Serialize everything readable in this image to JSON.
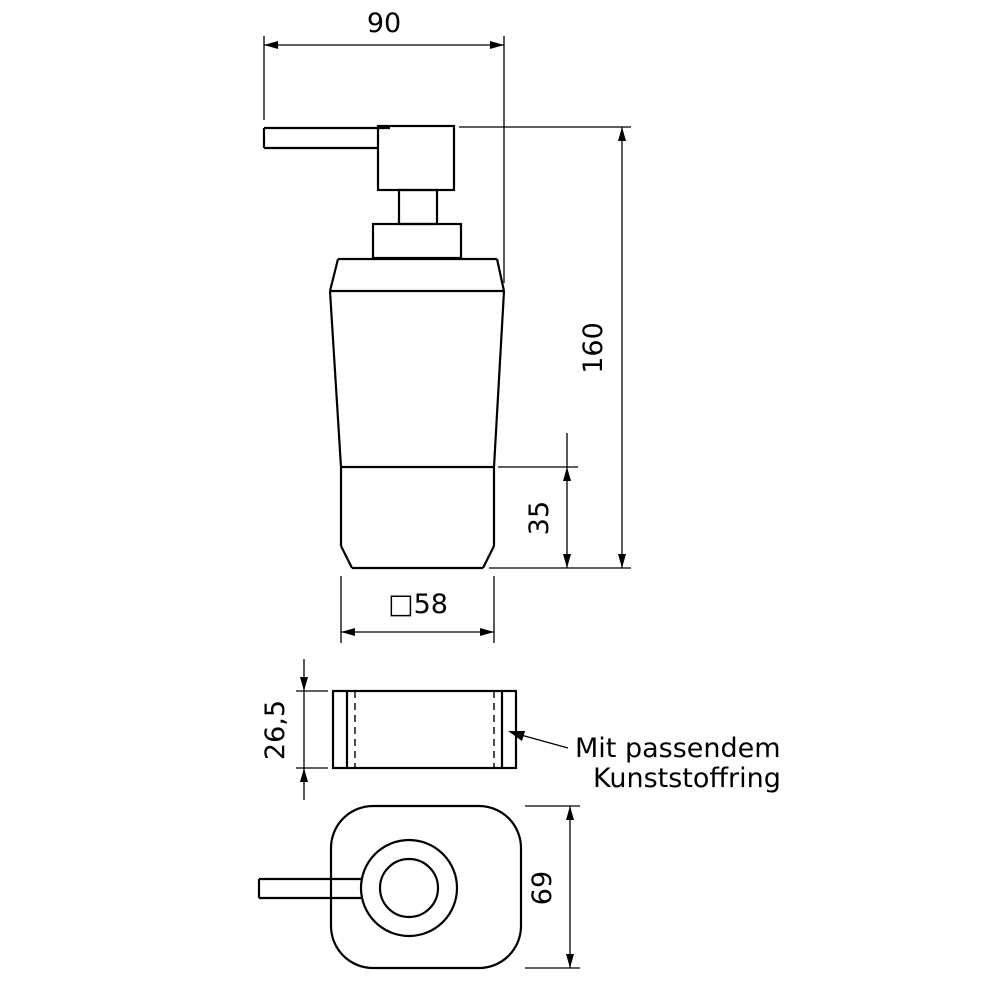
{
  "page": {
    "background": "#ffffff",
    "line_color": "#000000"
  },
  "drawing": {
    "dims": {
      "spout_overhang": "90",
      "total_height": "160",
      "holder_height": "35",
      "body_width": "□58",
      "ring_height": "26,5",
      "top_view_depth": "69"
    },
    "note": {
      "line1": "Mit passendem",
      "line2": "Kunststoffring"
    }
  }
}
